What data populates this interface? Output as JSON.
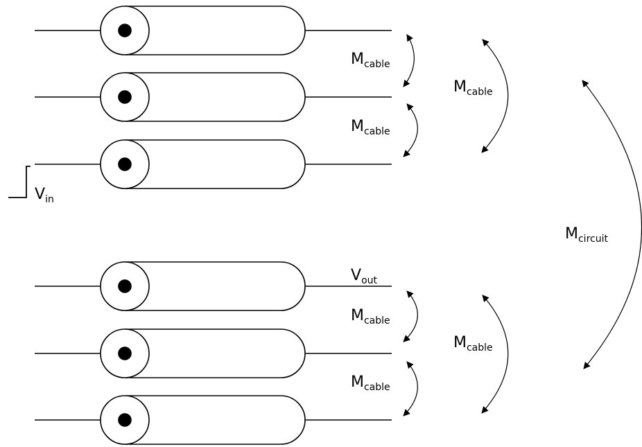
{
  "mutual_labels": {
    "cable_letter": "M",
    "cable_sub": "cable",
    "circuit_letter": "M",
    "circuit_sub": "circuit"
  },
  "voltage_labels": {
    "vin_letter": "V",
    "vin_sub": "in",
    "vout_letter": "V",
    "vout_sub": "out"
  }
}
